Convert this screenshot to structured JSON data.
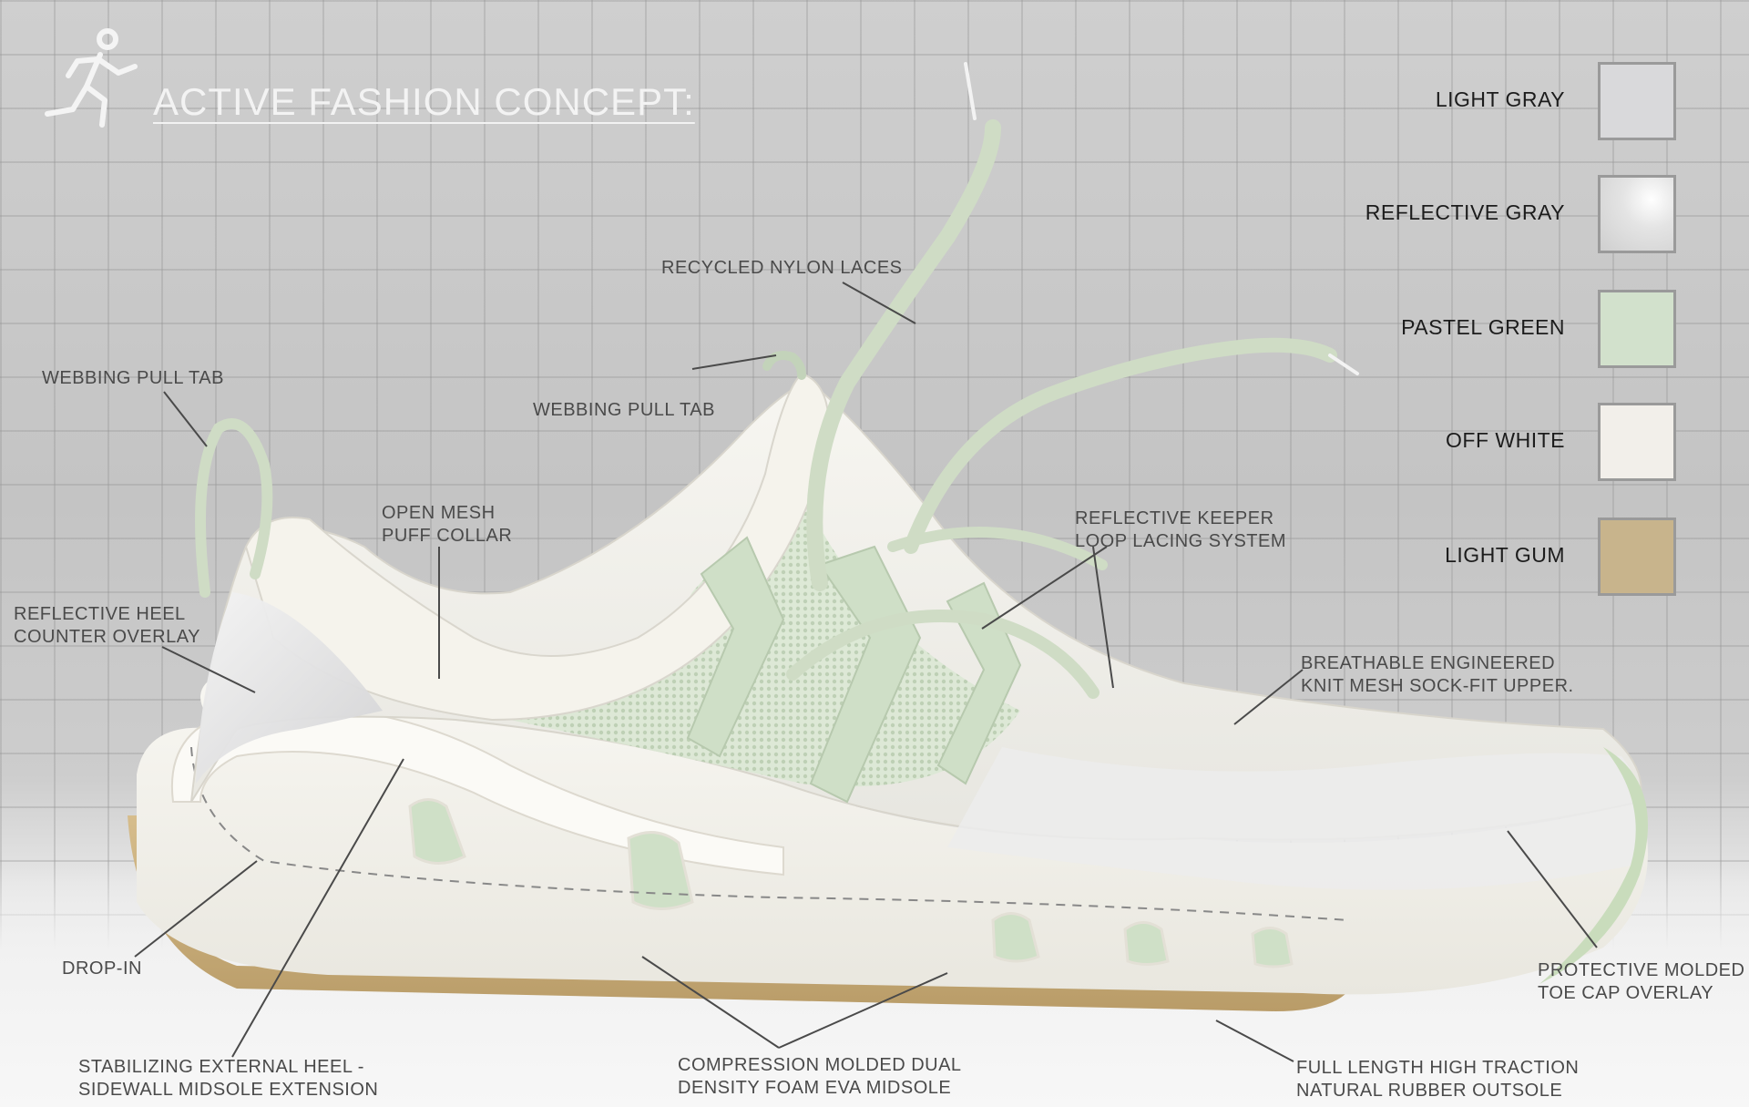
{
  "title": "ACTIVE FASHION CONCEPT:",
  "palette": [
    {
      "name": "LIGHT GRAY",
      "color": "#d9d9db"
    },
    {
      "name": "REFLECTIVE GRAY",
      "color": "#e6e6e6"
    },
    {
      "name": "PASTEL GREEN",
      "color": "#d2e1cc"
    },
    {
      "name": "OFF WHITE",
      "color": "#f2efea"
    },
    {
      "name": "LIGHT GUM",
      "color": "#c8b48c"
    }
  ],
  "callouts": {
    "webbing_pull_tab_heel": "WEBBING PULL TAB",
    "webbing_pull_tab_tongue": "WEBBING PULL TAB",
    "recycled_nylon_laces": "RECYCLED NYLON LACES",
    "open_mesh_puff_collar": "OPEN MESH\nPUFF COLLAR",
    "reflective_keeper_loop": "REFLECTIVE KEEPER\nLOOP LACING SYSTEM",
    "reflective_heel_counter": "REFLECTIVE HEEL\nCOUNTER OVERLAY",
    "breathable_knit_upper": "BREATHABLE ENGINEERED\nKNIT MESH SOCK-FIT UPPER.",
    "drop_in": "DROP-IN",
    "protective_toe_cap": "PROTECTIVE MOLDED\nTOE CAP OVERLAY",
    "stabilizing_heel": "STABILIZING EXTERNAL HEEL -\nSIDEWALL MIDSOLE EXTENSION",
    "compression_midsole": "COMPRESSION MOLDED DUAL\nDENSITY FOAM EVA MIDSOLE",
    "rubber_outsole": "FULL LENGTH HIGH TRACTION\nNATURAL RUBBER OUTSOLE"
  },
  "icons": {
    "runner": "running-person-icon"
  }
}
